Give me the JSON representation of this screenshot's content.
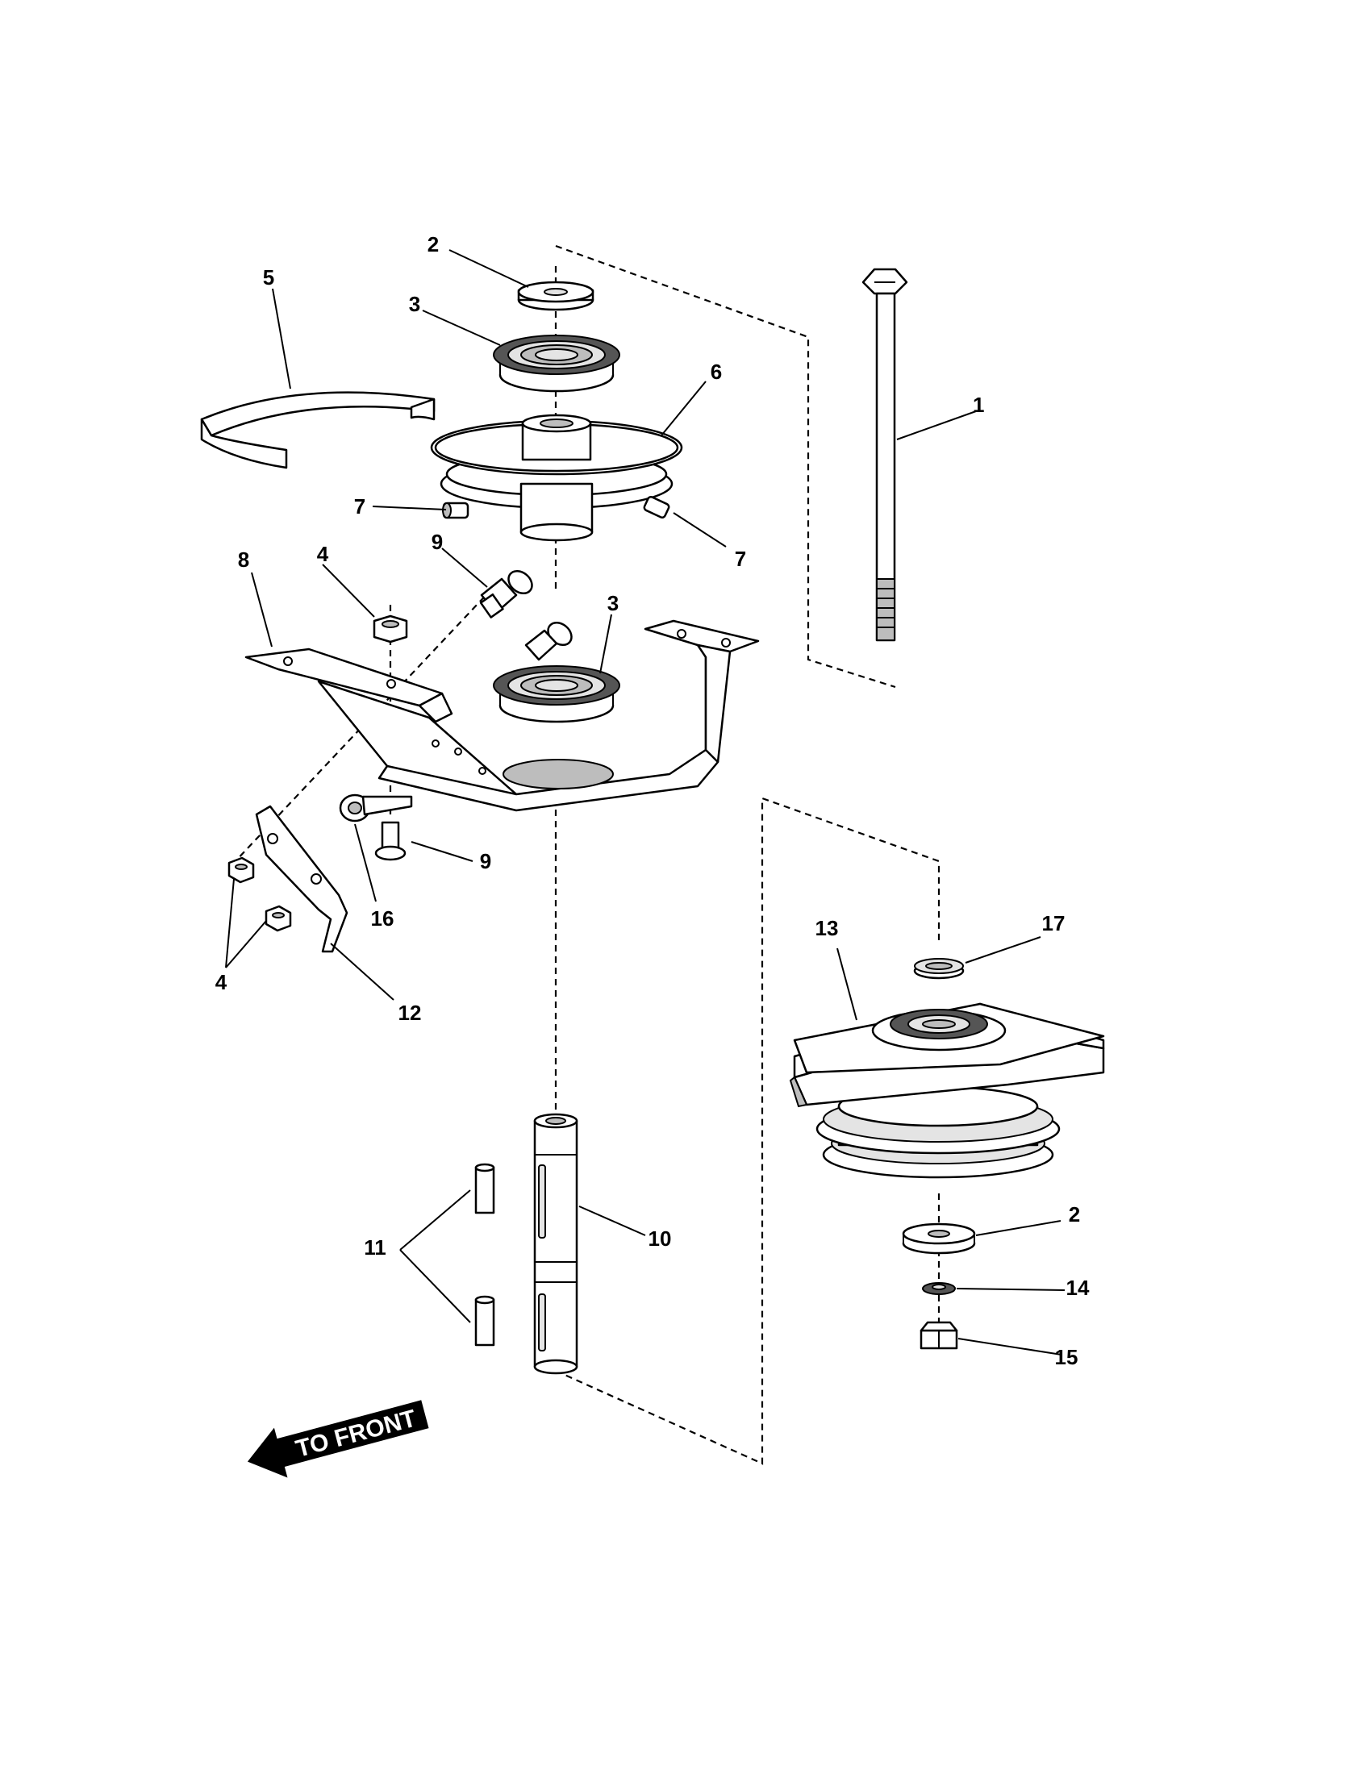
{
  "callouts": [
    {
      "id": "c1",
      "label": "1"
    },
    {
      "id": "c2a",
      "label": "2"
    },
    {
      "id": "c2b",
      "label": "2"
    },
    {
      "id": "c3a",
      "label": "3"
    },
    {
      "id": "c3b",
      "label": "3"
    },
    {
      "id": "c4a",
      "label": "4"
    },
    {
      "id": "c4b",
      "label": "4"
    },
    {
      "id": "c5",
      "label": "5"
    },
    {
      "id": "c6",
      "label": "6"
    },
    {
      "id": "c7a",
      "label": "7"
    },
    {
      "id": "c7b",
      "label": "7"
    },
    {
      "id": "c8",
      "label": "8"
    },
    {
      "id": "c9a",
      "label": "9"
    },
    {
      "id": "c9b",
      "label": "9"
    },
    {
      "id": "c10",
      "label": "10"
    },
    {
      "id": "c11",
      "label": "11"
    },
    {
      "id": "c12",
      "label": "12"
    },
    {
      "id": "c13",
      "label": "13"
    },
    {
      "id": "c14",
      "label": "14"
    },
    {
      "id": "c15",
      "label": "15"
    },
    {
      "id": "c16",
      "label": "16"
    },
    {
      "id": "c17",
      "label": "17"
    }
  ],
  "direction_arrow": {
    "label": "TO FRONT"
  }
}
